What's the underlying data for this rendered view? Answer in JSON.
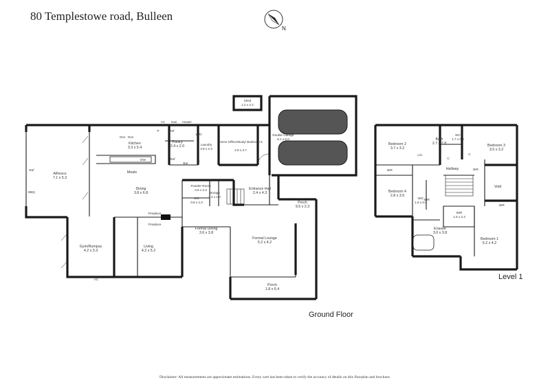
{
  "title": "80 Templestowe road, Bulleen",
  "compass": {
    "north_label": "N"
  },
  "ground_floor": {
    "label": "Ground Floor",
    "rooms": [
      {
        "id": "alfresco",
        "name": "Alfresco",
        "dims": "7.1 x 5.3"
      },
      {
        "id": "kitchen",
        "name": "Kitchen",
        "dims": "3.3 x 5.4"
      },
      {
        "id": "meals",
        "name": "Meals",
        "dims": ""
      },
      {
        "id": "dining",
        "name": "Dining",
        "dims": "3.8 x 6.8"
      },
      {
        "id": "pantry",
        "name": "Pantry",
        "dims": "2.4 x 2.0"
      },
      {
        "id": "laundry",
        "name": "Laundry",
        "dims": "3.9 x 2.3"
      },
      {
        "id": "office",
        "name": "Home Office/Study/ Bedroom 5",
        "dims": "2.9 x 3.7"
      },
      {
        "id": "garage",
        "name": "Double Garage",
        "dims": "6.1 x 6.0"
      },
      {
        "id": "shed",
        "name": "Shed",
        "dims": "1.2 x 2.2"
      },
      {
        "id": "powder",
        "name": "Powder Room",
        "dims": "0.9 x 2.3"
      },
      {
        "id": "wc_g",
        "name": "WC",
        "dims": "0.8 x 2.3"
      },
      {
        "id": "storage",
        "name": "Storage",
        "dims": "2.2 x 1.0"
      },
      {
        "id": "entry",
        "name": "Entrance Hall",
        "dims": "2.4 x 4.3"
      },
      {
        "id": "porch_side",
        "name": "Porch",
        "dims": "9.5 x 2.3"
      },
      {
        "id": "gym",
        "name": "Gym/Rumpus",
        "dims": "4.2 x 3.3"
      },
      {
        "id": "living",
        "name": "Living",
        "dims": "4.2 x 5.2"
      },
      {
        "id": "formal_dining",
        "name": "Formal Dining",
        "dims": "3.6 x 3.8"
      },
      {
        "id": "formal_lounge",
        "name": "Formal Lounge",
        "dims": "5.2 x 4.2"
      },
      {
        "id": "porch_front",
        "name": "Porch",
        "dims": "1.8 x 6.4"
      }
    ],
    "fixtures": {
      "ac": "AC",
      "gas": "Gas",
      "heater": "Heater",
      "p": "P",
      "ref": "Ref",
      "ovn": "Ovn",
      "ovn2": "Ovn",
      "dw": "DW",
      "bbq": "BBQ",
      "ref_alf": "Ref",
      "bar": "Bar",
      "ref_pan": "Ref",
      "c": "C",
      "wd": "W/D",
      "fireplace": "Fireplace",
      "ac_gym": "AC"
    }
  },
  "level1": {
    "label": "Level 1",
    "rooms": [
      {
        "id": "bed2",
        "name": "Bedroom 2",
        "dims": "3.7 x 3.2"
      },
      {
        "id": "bath",
        "name": "Bath",
        "dims": "2.7 x 2.8"
      },
      {
        "id": "wc_l1",
        "name": "WC",
        "dims": "1.7 x 0.9"
      },
      {
        "id": "bed3",
        "name": "Bedroom 3",
        "dims": "3.5 x 3.2"
      },
      {
        "id": "hallway",
        "name": "Hallway",
        "dims": ""
      },
      {
        "id": "bed4",
        "name": "Bedroom 4",
        "dims": "2.8 x 3.6"
      },
      {
        "id": "void",
        "name": "Void",
        "dims": ""
      },
      {
        "id": "wic",
        "name": "WIC",
        "dims": "1.8 x 0.9"
      },
      {
        "id": "wir",
        "name": "WIR",
        "dims": "1.5 x 2.3"
      },
      {
        "id": "ensuite",
        "name": "Ensuite",
        "dims": "3.0 x 3.8"
      },
      {
        "id": "bed1",
        "name": "Bedroom 1",
        "dims": "5.2 x 4.2"
      }
    ],
    "fixtures": {
      "bir": "BIR",
      "c": "C",
      "lc": "L/C"
    }
  },
  "disclaimer": "Disclaimer: All measurements are approximate estimations. Every care has been taken to verify the accuracy of details on this floorplan and brochure."
}
